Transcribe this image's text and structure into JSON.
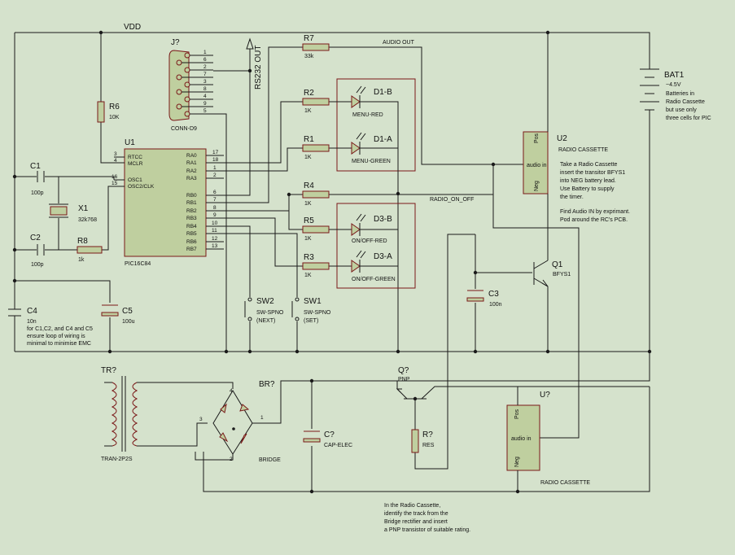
{
  "nets": {
    "vdd": "VDD",
    "audio_out": "AUDIO OUT",
    "radio_on_off": "RADIO_ON_OFF",
    "rs232_out": "RS232 OUT"
  },
  "connector": {
    "ref": "J?",
    "type": "CONN-D9",
    "pins": [
      "1",
      "6",
      "2",
      "7",
      "3",
      "8",
      "4",
      "9",
      "5"
    ]
  },
  "mcu": {
    "ref": "U1",
    "part": "PIC16C84",
    "left_pins": [
      {
        "num": "3",
        "name": "RTCC"
      },
      {
        "num": "4",
        "name": "MCLR"
      },
      {
        "num": "16",
        "name": "OSC1"
      },
      {
        "num": "15",
        "name": "OSC2/CLK"
      }
    ],
    "right_pins": [
      {
        "num": "17",
        "name": "RA0"
      },
      {
        "num": "18",
        "name": "RA1"
      },
      {
        "num": "1",
        "name": "RA2"
      },
      {
        "num": "2",
        "name": "RA3"
      },
      {
        "num": "6",
        "name": "RB0"
      },
      {
        "num": "7",
        "name": "RB1"
      },
      {
        "num": "8",
        "name": "RB2"
      },
      {
        "num": "9",
        "name": "RB3"
      },
      {
        "num": "10",
        "name": "RB4"
      },
      {
        "num": "11",
        "name": "RB5"
      },
      {
        "num": "12",
        "name": "RB6"
      },
      {
        "num": "13",
        "name": "RB7"
      }
    ]
  },
  "resistors": {
    "r6": {
      "ref": "R6",
      "value": "10K"
    },
    "r7": {
      "ref": "R7",
      "value": "33k"
    },
    "r2": {
      "ref": "R2",
      "value": "1K"
    },
    "r1": {
      "ref": "R1",
      "value": "1K"
    },
    "r4": {
      "ref": "R4",
      "value": "1K"
    },
    "r5": {
      "ref": "R5",
      "value": "1K"
    },
    "r3": {
      "ref": "R3",
      "value": "1K"
    },
    "r8": {
      "ref": "R8",
      "value": "1k"
    },
    "rq": {
      "ref": "R?",
      "value": "RES"
    }
  },
  "leds": {
    "d1b": {
      "ref": "D1-B",
      "label": "MENU-RED"
    },
    "d1a": {
      "ref": "D1-A",
      "label": "MENU-GREEN"
    },
    "d3b": {
      "ref": "D3-B",
      "label": "ON/OFF-RED"
    },
    "d3a": {
      "ref": "D3-A",
      "label": "ON/OFF-GREEN"
    }
  },
  "caps": {
    "c1": {
      "ref": "C1",
      "value": "100p"
    },
    "c2": {
      "ref": "C2",
      "value": "100p"
    },
    "c3": {
      "ref": "C3",
      "value": "100n"
    },
    "c4": {
      "ref": "C4",
      "value": "10n"
    },
    "c5": {
      "ref": "C5",
      "value": "100u"
    },
    "cq": {
      "ref": "C?",
      "value": "CAP-ELEC"
    }
  },
  "crystal": {
    "ref": "X1",
    "value": "32k768"
  },
  "switches": {
    "sw2": {
      "ref": "SW2",
      "type": "SW-SPNO",
      "note": "(NEXT)"
    },
    "sw1": {
      "ref": "SW1",
      "type": "SW-SPNO",
      "note": "(SET)"
    }
  },
  "battery": {
    "ref": "BAT1",
    "lines": [
      "~4.5V",
      "Batteries in",
      "Radio Cassette",
      "but use only",
      "three cells for PIC"
    ]
  },
  "u2": {
    "ref": "U2",
    "title": "RADIO CASSETTE",
    "pos": "Pos",
    "audio": "audio in",
    "neg": "Neg",
    "note": [
      "Take a Radio Cassette",
      "insert the transitor BFYS1",
      "into NEG battery lead.",
      "Use Battery to supply",
      "the timer.",
      "",
      "Find Audio IN by exprimant.",
      "Pod around the RC's PCB."
    ]
  },
  "q1": {
    "ref": "Q1",
    "part": "BFYS1"
  },
  "transformer": {
    "ref": "TR?",
    "part": "TRAN-2P2S"
  },
  "bridge": {
    "ref": "BR?",
    "part": "BRIDGE",
    "pins": [
      "1",
      "2",
      "3",
      "4"
    ]
  },
  "qpnp": {
    "ref": "Q?",
    "part": "PNP"
  },
  "u3": {
    "ref": "U?",
    "pos": "Pos",
    "audio": "audio in",
    "neg": "Neg",
    "title": "RADIO CASSETTE"
  },
  "notes": {
    "emc": [
      "for C1,C2, and C4 and C5",
      "ensure loop of wiring is",
      "minimal to minimise EMC"
    ],
    "pnp": [
      "In the Radio Cassette,",
      "identify the track from the",
      "Bridge rectifier and insert",
      "a PNP transistor of suitable rating."
    ]
  }
}
